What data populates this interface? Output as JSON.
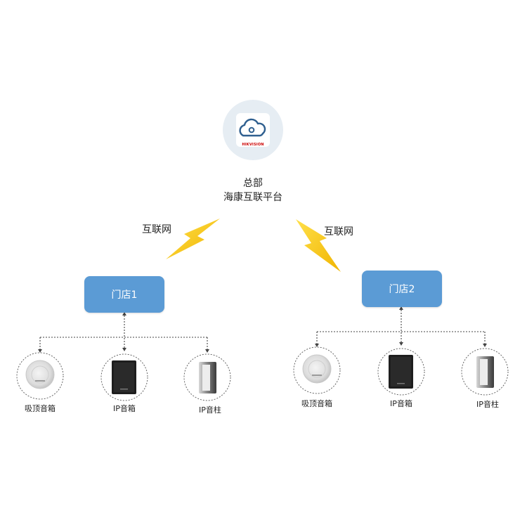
{
  "hq": {
    "title": "总部",
    "subtitle": "海康互联平台",
    "logo_text": "HIKVISION",
    "logo_icon": "cloud-icon"
  },
  "network_label_left": "互联网",
  "network_label_right": "互联网",
  "stores": [
    {
      "label": "门店1",
      "devices": [
        {
          "label": "吸顶音箱",
          "icon": "ceiling-speaker-icon"
        },
        {
          "label": "IP音箱",
          "icon": "ip-speaker-icon"
        },
        {
          "label": "IP音柱",
          "icon": "ip-column-speaker-icon"
        }
      ]
    },
    {
      "label": "门店2",
      "devices": [
        {
          "label": "吸顶音箱",
          "icon": "ceiling-speaker-icon"
        },
        {
          "label": "IP音箱",
          "icon": "ip-speaker-icon"
        },
        {
          "label": "IP音柱",
          "icon": "ip-column-speaker-icon"
        }
      ]
    }
  ],
  "colors": {
    "store_box": "#5b9bd5",
    "lightning": "#f5c518",
    "connector": "#444444"
  }
}
